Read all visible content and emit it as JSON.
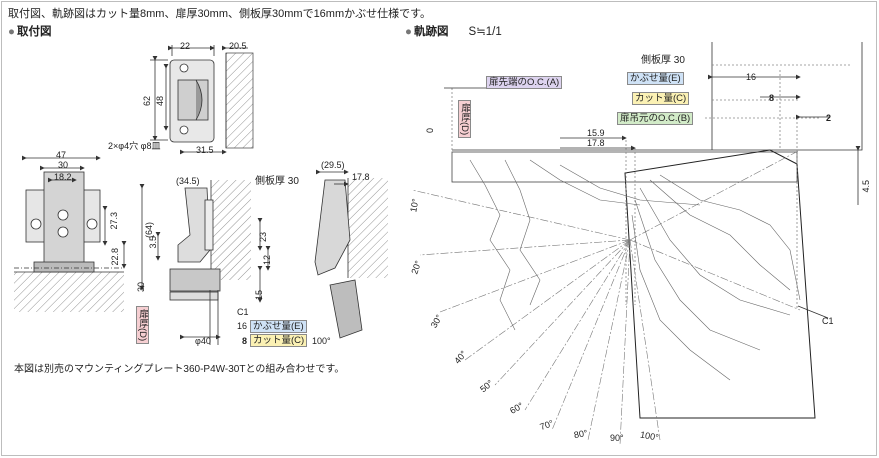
{
  "header": {
    "note": "取付図、軌跡図はカット量8mm、扉厚30mm、側板厚30mmで16mmかぶせ仕様です。"
  },
  "mounting": {
    "title": "取付図",
    "dims": {
      "w22": "22",
      "w20_5": "20.5",
      "h62": "62",
      "h48": "48",
      "w31_5": "31.5",
      "holes": "2×φ4穴 φ8皿",
      "w47": "47",
      "w30": "30",
      "w18_2": "18.2",
      "h27_3": "27.3",
      "h22_8": "22.8",
      "w34_5": "(34.5)",
      "side": "側板厚 30",
      "h64": "(64)",
      "h3_5": "3.5",
      "h23": "23",
      "h12": "12",
      "h30": "30",
      "h15": "15",
      "phi40": "φ40",
      "n8": "8",
      "n16": "16",
      "c1": "C1",
      "w29_5": "(29.5)",
      "w17_8": "17.8",
      "deg100": "100°"
    },
    "label_e": "かぶせ量(E)",
    "label_c": "カット量(C)",
    "label_d": "扉厚(D)",
    "footnote": "本図は別売のマウンティングプレート360-P4W-30Tとの組み合わせです。"
  },
  "trajectory": {
    "title": "軌跡図",
    "scale": "S≒1/1",
    "side": "側板厚 30",
    "label_a": "扉先端のO.C.(A)",
    "label_e": "かぶせ量(E)",
    "label_c": "カット量(C)",
    "label_b": "扉吊元のO.C.(B)",
    "label_d": "扉厚(D)",
    "dims": {
      "v16": "16",
      "v8": "8",
      "v2": "2",
      "v15_9": "15.9",
      "v17_8": "17.8",
      "v4_5": "4.5",
      "v0": "0",
      "c1": "C1"
    },
    "angles": [
      "10°",
      "20°",
      "30°",
      "40°",
      "50°",
      "60°",
      "70°",
      "80°",
      "90°",
      "100°"
    ]
  }
}
